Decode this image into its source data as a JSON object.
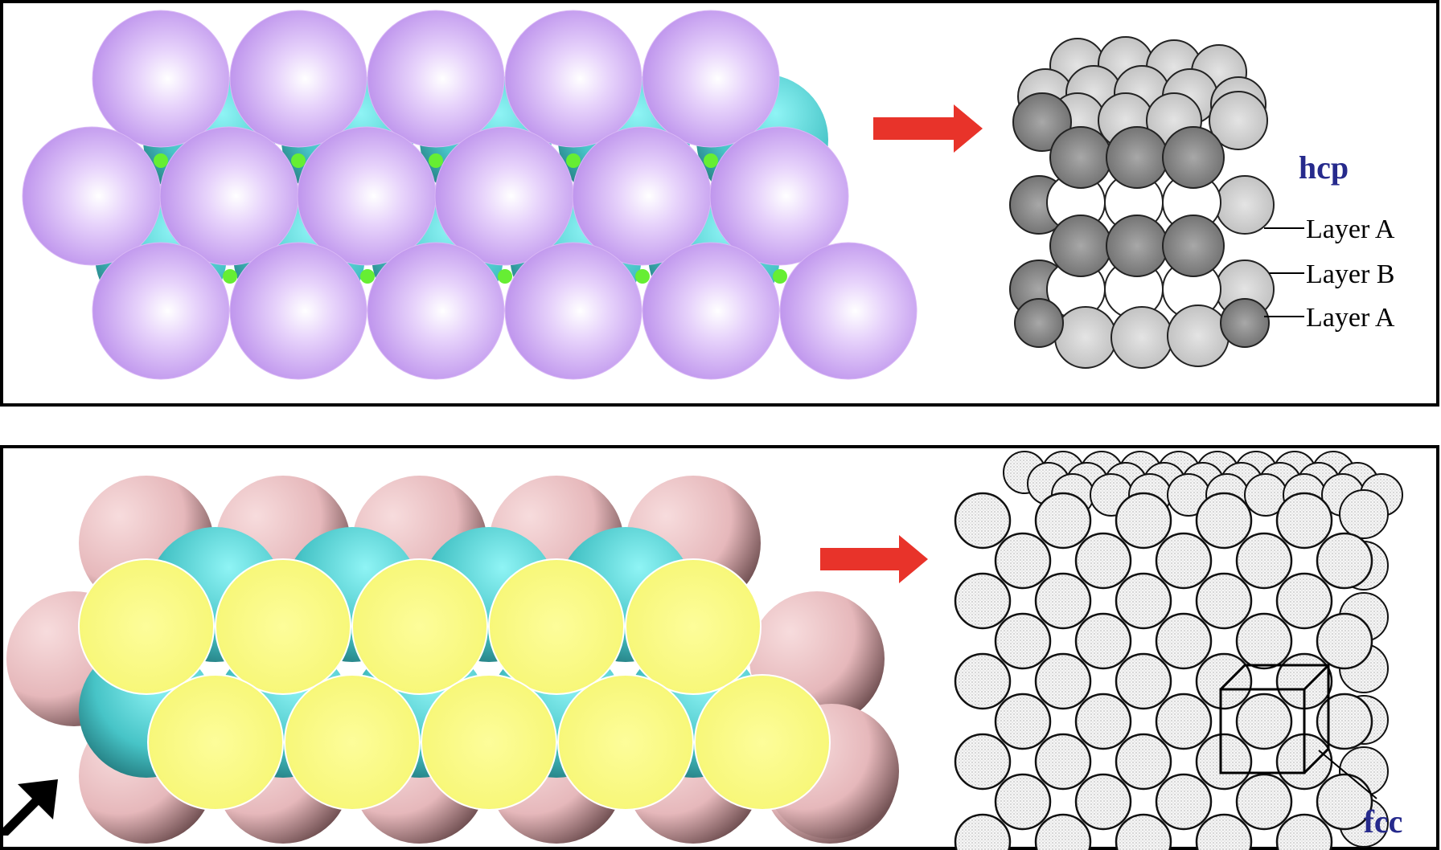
{
  "top_panel": {
    "structure_label": "hcp",
    "layer_labels": [
      "Layer A",
      "Layer B",
      "Layer A"
    ]
  },
  "bottom_panel": {
    "structure_label": "fcc"
  },
  "colors": {
    "purple_sphere": "#c9a2f2",
    "teal_sphere": "#5fd3d6",
    "green_dot": "#66ee33",
    "pink_sphere": "#efc5c8",
    "yellow_sphere": "#fbfb7a",
    "red_arrow": "#e8332a",
    "label_blue": "#262a8c",
    "black_arrow": "#000000"
  },
  "icons": {
    "top_arrow": "right-arrow-icon",
    "bottom_arrow": "right-arrow-icon",
    "corner_arrow": "up-right-arrow-icon"
  }
}
